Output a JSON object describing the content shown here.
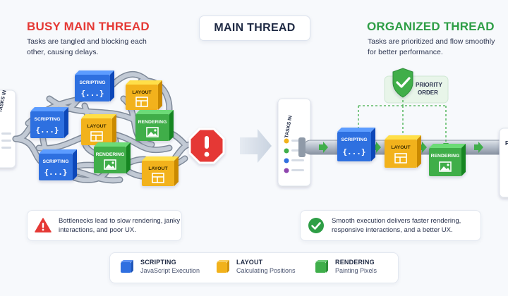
{
  "header": {
    "main_title": "MAIN THREAD",
    "left_title": "BUSY MAIN THREAD",
    "left_subtitle": "Tasks are tangled and blocking each other, causing delays.",
    "right_title": "ORGANIZED THREAD",
    "right_subtitle": "Tasks are prioritized and flow smoothly for better performance."
  },
  "left_panel": {
    "card_label": "TASKS IN",
    "blocks": [
      {
        "label": "SCRIPTING",
        "glyph": "{...}",
        "color": "#2f6fe0"
      },
      {
        "label": "LAYOUT",
        "glyph": "",
        "color": "#f2b21b"
      },
      {
        "label": "SCRIPTING",
        "glyph": "{...}",
        "color": "#2f6fe0"
      },
      {
        "label": "LAYOUT",
        "glyph": "",
        "color": "#f2b21b"
      },
      {
        "label": "RENDERING",
        "glyph": "",
        "color": "#3fae4a"
      },
      {
        "label": "RENDERING",
        "glyph": "",
        "color": "#3fae4a"
      },
      {
        "label": "SCRIPTING",
        "glyph": "{...}",
        "color": "#2f6fe0"
      },
      {
        "label": "LAYOUT",
        "glyph": "",
        "color": "#f2b21b"
      }
    ],
    "warning_icon": "stop-sign-exclamation-icon"
  },
  "right_panel": {
    "card_label": "TASKS IN",
    "priority_label_line1": "PRIORITY",
    "priority_label_line2": "ORDER",
    "blocks": [
      {
        "label": "SCRIPTING",
        "glyph": "{...}",
        "color": "#2f6fe0"
      },
      {
        "label": "LAYOUT",
        "glyph": "",
        "color": "#f2b21b"
      },
      {
        "label": "RENDERING",
        "glyph": "",
        "color": "#3fae4a"
      }
    ],
    "right_edge_label": "F"
  },
  "notes": {
    "left": "Bottlenecks lead to slow rendering, janky interactions, and poor UX.",
    "right": "Smooth execution delivers faster rendering, responsive interactions, and a better UX."
  },
  "legend": [
    {
      "name": "SCRIPTING",
      "desc": "JavaScript Execution",
      "color": "#2f6fe0"
    },
    {
      "name": "LAYOUT",
      "desc": "Calculating Positions",
      "color": "#f2b21b"
    },
    {
      "name": "RENDERING",
      "desc": "Painting Pixels",
      "color": "#3fae4a"
    }
  ],
  "colors": {
    "busy": "#e53935",
    "organized": "#2e9e46",
    "pipe": "#9aa6b6"
  }
}
